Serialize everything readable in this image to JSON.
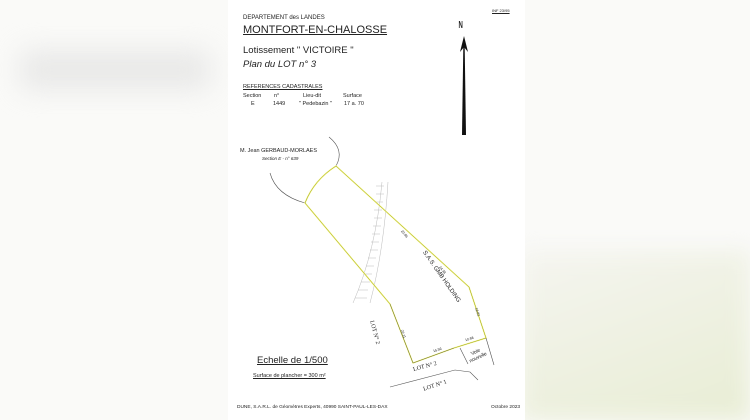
{
  "header": {
    "ref": "INF 23/95",
    "department": "DEPARTEMENT des LANDES",
    "commune": "MONTFORT-EN-CHALOSSE",
    "lotissement": "Lotissement  \" VICTOIRE \"",
    "plan": "Plan  du  LOT n° 3"
  },
  "cadastre": {
    "title": "REFERENCES CADASTRALES",
    "headers": [
      "Section",
      "n°",
      "Lieu-dit",
      "Surface"
    ],
    "row": [
      "E",
      "1449",
      "\" Pedebazin \"",
      "17 a. 70"
    ]
  },
  "north": "N",
  "plan": {
    "neighbor": "M.  Jean  GERBAUD-MORLAES",
    "neighbor_section": "Section E - n° 639",
    "sas": "S.A.S.  GMB  HOLDING",
    "lot2_side": "LOT N° 2",
    "lot2_bottom": "LOT N° 2",
    "lot1": "LOT N° 1",
    "voie": "Voie nouvelle",
    "dims": [
      "20.86",
      "24.38",
      "18.82",
      "22.11",
      "15.56",
      "10.68"
    ],
    "lot_color": "#f4f48a",
    "edge_color": "#9aa21a"
  },
  "scale": "Echelle de 1/500",
  "surface": "Surface de plancher =  300 m²",
  "footer": {
    "company": "DUNE, S.A.R.L. de Géomètres Experts, 40990 SAINT-PAUL-LES-DAX",
    "date": "Octobre 2023"
  }
}
